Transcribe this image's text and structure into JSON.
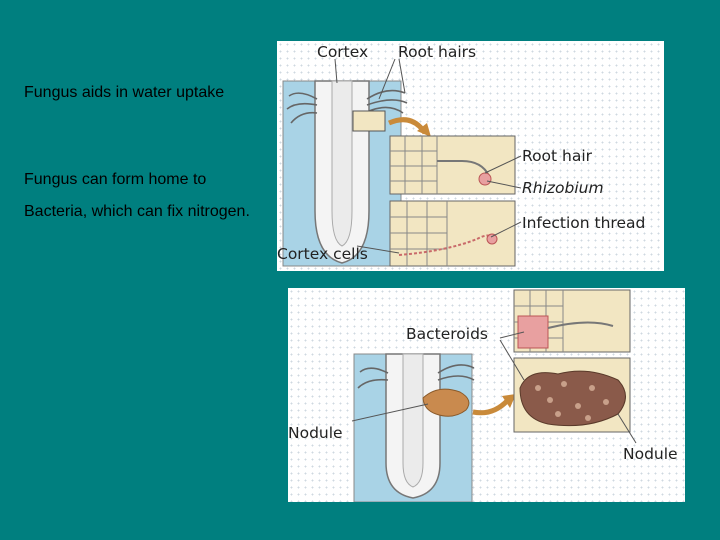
{
  "text": {
    "line1": "Fungus aids in water uptake",
    "line2": "Fungus can form home to",
    "line3": "Bacteria, which can fix nitrogen."
  },
  "figure_top": {
    "labels": {
      "cortex": "Cortex",
      "root_hairs": "Root hairs",
      "root_hair": "Root hair",
      "rhizobium": "Rhizobium",
      "infection_thread": "Infection thread",
      "cortex_cells": "Cortex cells"
    }
  },
  "figure_bottom": {
    "labels": {
      "bacteroids": "Bacteroids",
      "nodule_left": "Nodule",
      "nodule_right": "Nodule"
    }
  },
  "colors": {
    "background": "#007f7f",
    "root_blue": "#a9d3e6",
    "tissue_tan": "#f2e6c2",
    "nodule_brown": "#c98a4e",
    "arrow_orange": "#c98a3a"
  }
}
